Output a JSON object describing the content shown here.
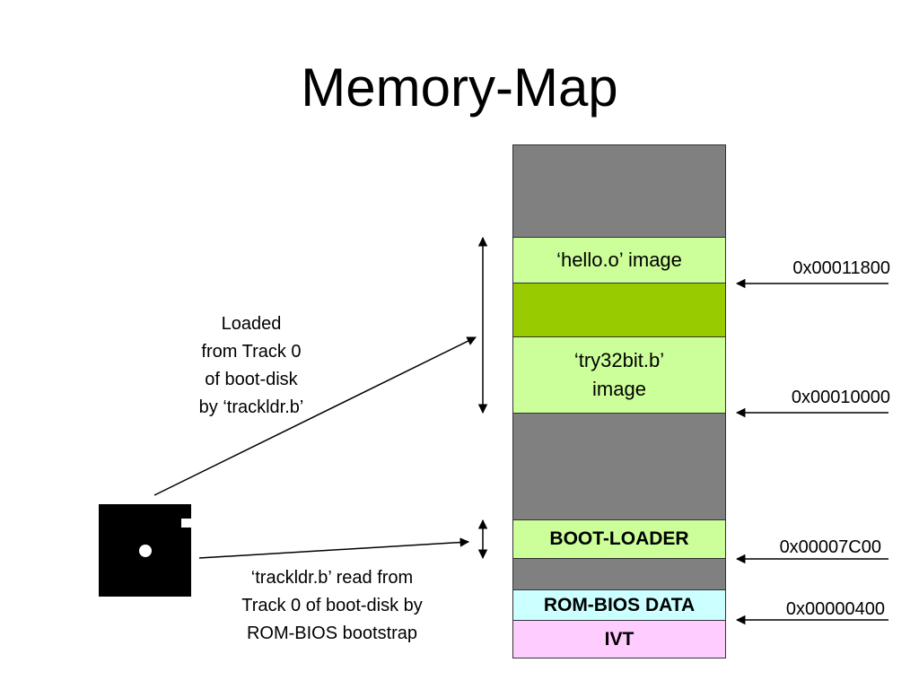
{
  "title": "Memory-Map",
  "memory_blocks": {
    "top_gray": "",
    "hello": "‘hello.o’ image",
    "gap_green": "",
    "try32_line1": "‘try32bit.b’",
    "try32_line2": "image",
    "mid_gray": "",
    "boot_loader": "BOOT-LOADER",
    "low_gray": "",
    "rom_bios_data": "ROM-BIOS DATA",
    "ivt": "IVT"
  },
  "addresses": {
    "hello": "0x00011800",
    "try32": "0x00010000",
    "boot_loader": "0x00007C00",
    "rom_bios": "0x00000400"
  },
  "notes": {
    "loaded": [
      "Loaded",
      "from Track 0",
      "of boot-disk",
      "by ‘trackldr.b’"
    ],
    "trackldr": [
      "‘trackldr.b’ read from",
      "Track 0 of boot-disk by",
      "ROM-BIOS bootstrap"
    ]
  },
  "colors": {
    "gray": "#808080",
    "light_green": "#ccff99",
    "green": "#99cc00",
    "light_cyan": "#ccffff",
    "pink": "#ffccff"
  },
  "icons": {
    "disk": "floppy-disk-icon"
  }
}
